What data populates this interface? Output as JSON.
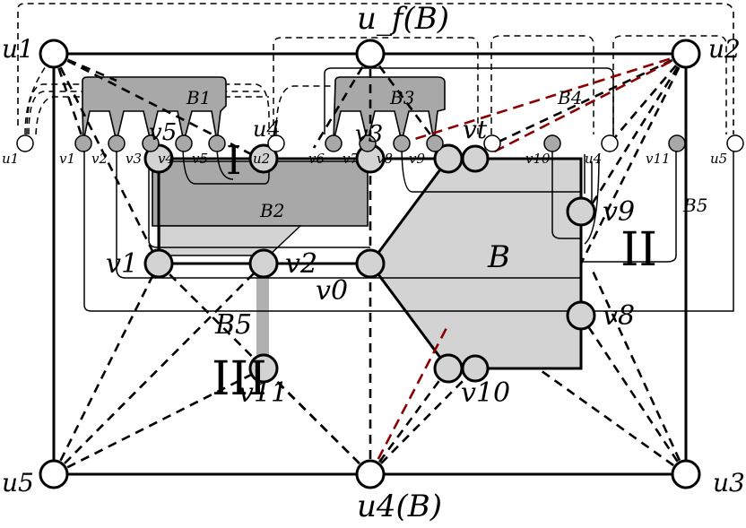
{
  "colors": {
    "stroke": "#000000",
    "dark_gray": "#a8a8a8",
    "light_gray": "#d3d3d3",
    "red_dashed": "#8b0000",
    "white": "#ffffff"
  },
  "labels": {
    "uf": "u_f(B)",
    "u1": "u1",
    "u2": "u2",
    "u3": "u3",
    "u4": "u4(B)",
    "u5": "u5",
    "B": "B",
    "B1": "B1",
    "B2": "B2",
    "B3": "B3",
    "B4": "B4",
    "B5": "B5",
    "B5_left": "B5",
    "region_I": "I",
    "region_II": "II",
    "region_III": "III",
    "v0": "v0",
    "v1": "v1",
    "v2": "v2",
    "v3": "v3",
    "v8": "v8",
    "v9": "v9",
    "v10": "v10",
    "v11": "v11",
    "vt": "vt",
    "small_u1": "u1",
    "small_v1": "v1",
    "small_v2": "v2",
    "small_v3": "v3",
    "small_v4": "v4",
    "small_v5": "v5",
    "small_u2": "u2",
    "small_u4a": "u4",
    "small_v6": "v6",
    "small_v7": "v7",
    "small_v8": "v8",
    "small_v9": "v9",
    "small_v10": "v10",
    "small_u4": "u4",
    "small_v11": "v11",
    "small_u5": "u5",
    "v5_mid": "v5"
  }
}
